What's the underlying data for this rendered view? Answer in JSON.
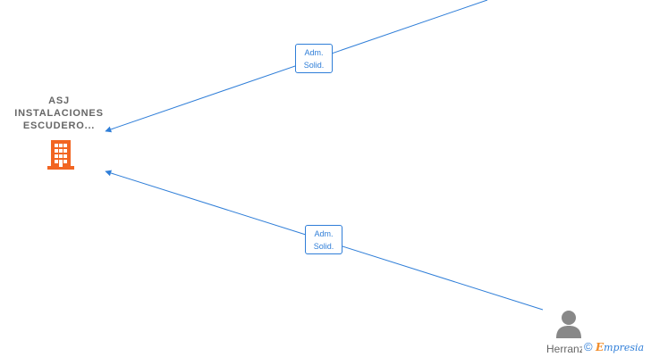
{
  "company": {
    "name_lines": [
      "ASJ",
      "INSTALACIONES",
      "ESCUDERO..."
    ],
    "icon": "building-icon",
    "icon_color": "#f26522"
  },
  "edges": [
    {
      "label_line1": "Adm.",
      "label_line2": "Solid."
    },
    {
      "label_line1": "Adm.",
      "label_line2": "Solid."
    }
  ],
  "person": {
    "name": "Herranz",
    "icon": "person-icon",
    "icon_color": "#888888"
  },
  "watermark": {
    "copyright": "©",
    "brand_initial": "E",
    "brand_rest": "mpresia"
  },
  "colors": {
    "edge": "#2f7ed8",
    "label_text": "#2f7ed8",
    "node_text": "#666666"
  }
}
